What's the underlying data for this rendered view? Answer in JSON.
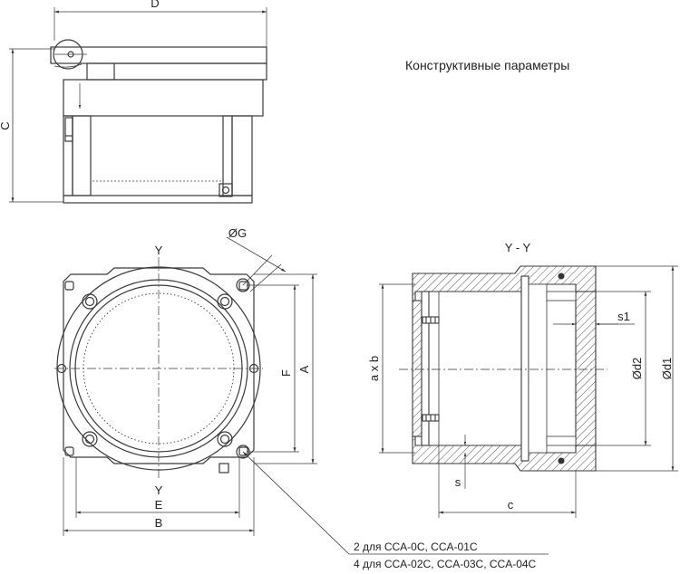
{
  "title": "Конструктивные параметры",
  "dimensions": {
    "top_view": {
      "D": "D",
      "C": "C"
    },
    "front_view": {
      "Y_top": "Y",
      "Y_bottom": "Y",
      "G": "ØG",
      "F": "F",
      "A": "A",
      "E": "E",
      "B": "B"
    },
    "section_view": {
      "label": "Y - Y",
      "axb": "a x b",
      "d2": "Ød2",
      "d1": "Ød1",
      "s1": "s1",
      "s": "s",
      "c": "c"
    }
  },
  "notes": {
    "line1": "2 для CCA-0C, CCA-01C",
    "line2": "4 для CCA-02C, CCA-03C, CCA-04C"
  },
  "colors": {
    "line": "#3a3a3a",
    "hatch": "#555555"
  }
}
